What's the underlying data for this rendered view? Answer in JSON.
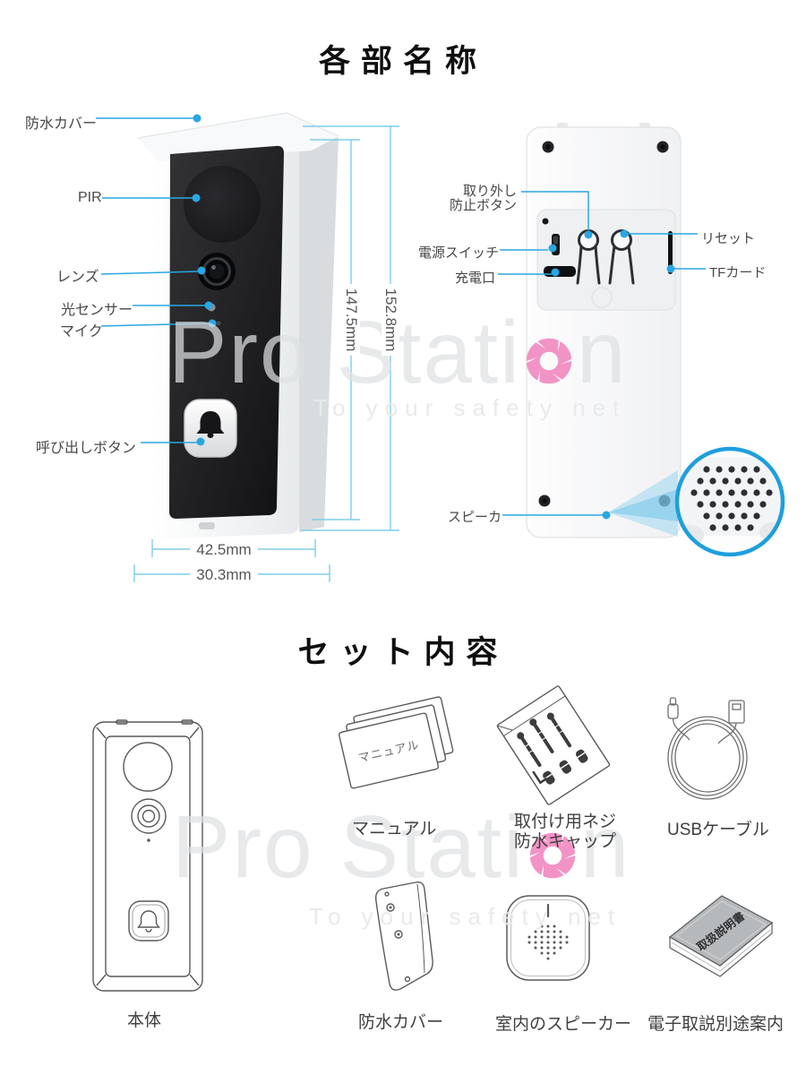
{
  "colors": {
    "callout_blue": "#2AA7E2",
    "dimension_blue": "#7FCDEC",
    "magnifier_ring_blue": "#1E9FDD",
    "aperture_pink": "#F293C6",
    "label_text": "#474849",
    "title_text": "#0F0F10"
  },
  "parts_section": {
    "title": "各部名称",
    "front": {
      "waterproof_cover": "防水カバー",
      "pir": "PIR",
      "lens": "レンズ",
      "light_sensor": "光センサー",
      "mic": "マイク",
      "call_button": "呼び出しボタン"
    },
    "back": {
      "removal_prevention_l1": "取り外し",
      "removal_prevention_l2": "防止ボタン",
      "power_switch": "電源スイッチ",
      "charge_port": "充電口",
      "reset": "リセット",
      "tf_card": "TFカード",
      "speaker": "スピーカ"
    },
    "dimensions": {
      "height_inner": "147.5mm",
      "height_outer": "152.8mm",
      "width_inner": "42.5mm",
      "width_outer": "30.3mm"
    }
  },
  "set_section": {
    "title": "セット内容",
    "items": {
      "main_unit": "本体",
      "manual": "マニュアル",
      "screws_l1": "取付け用ネジ",
      "screws_l2": "防水キャップ",
      "usb_cable": "USBケーブル",
      "waterproof_cover": "防水カバー",
      "indoor_speaker": "室内のスピーカー",
      "e_manual": "電子取説別途案内"
    },
    "sketch_texts": {
      "manual_cover": "マニュアル",
      "book_cover": "取扱説明書"
    }
  },
  "watermark": {
    "brand_prefix": "Pro Stati",
    "brand_suffix": "n",
    "tagline": "To your safety net"
  }
}
